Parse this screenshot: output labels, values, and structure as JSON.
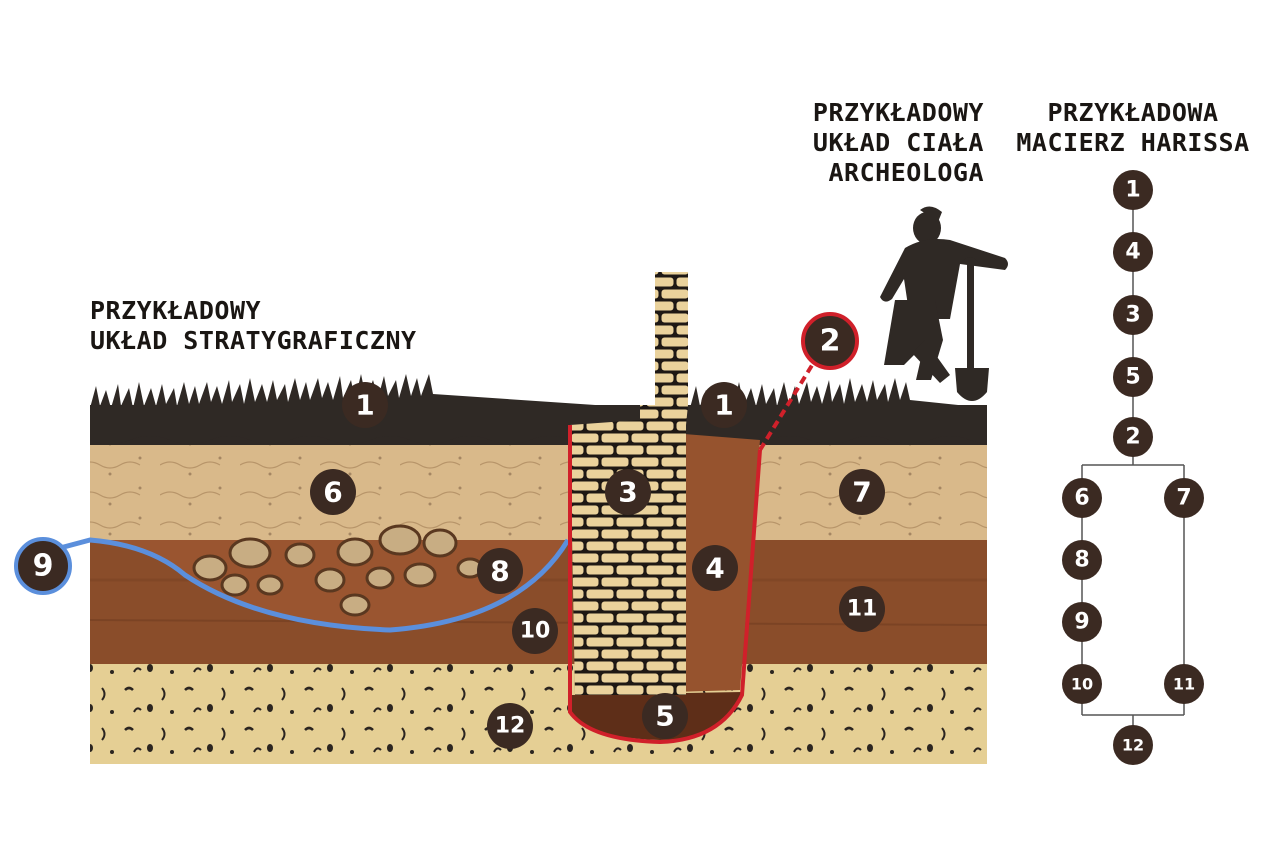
{
  "titles": {
    "stratigraphy": [
      "PRZYKŁADOWY",
      "UKŁAD STRATYGRAFICZNY"
    ],
    "archaeologist": [
      "PRZYKŁADOWY",
      "UKŁAD CIAŁA",
      "ARCHEOLOGA"
    ],
    "matrix": [
      "PRZYKŁADOWA",
      "MACIERZ HARISSA"
    ]
  },
  "section_labels": {
    "topsoil_left": "1",
    "topsoil_right": "1",
    "cut_line": "2",
    "wall": "3",
    "fill": "4",
    "wall_base": "5",
    "layer_left": "6",
    "layer_right": "7",
    "stone_fill": "8",
    "ditch_cut": "9",
    "layer_lower_left": "10",
    "layer_lower_right": "11",
    "natural": "12"
  },
  "matrix": {
    "nodes": [
      "1",
      "4",
      "3",
      "5",
      "2",
      "6",
      "7",
      "8",
      "9",
      "10",
      "11",
      "12"
    ]
  },
  "colors": {
    "badge": "#3b2a22",
    "cut_red": "#d0202a",
    "ditch_blue": "#5b8fdc",
    "grass": "#2f2925"
  }
}
